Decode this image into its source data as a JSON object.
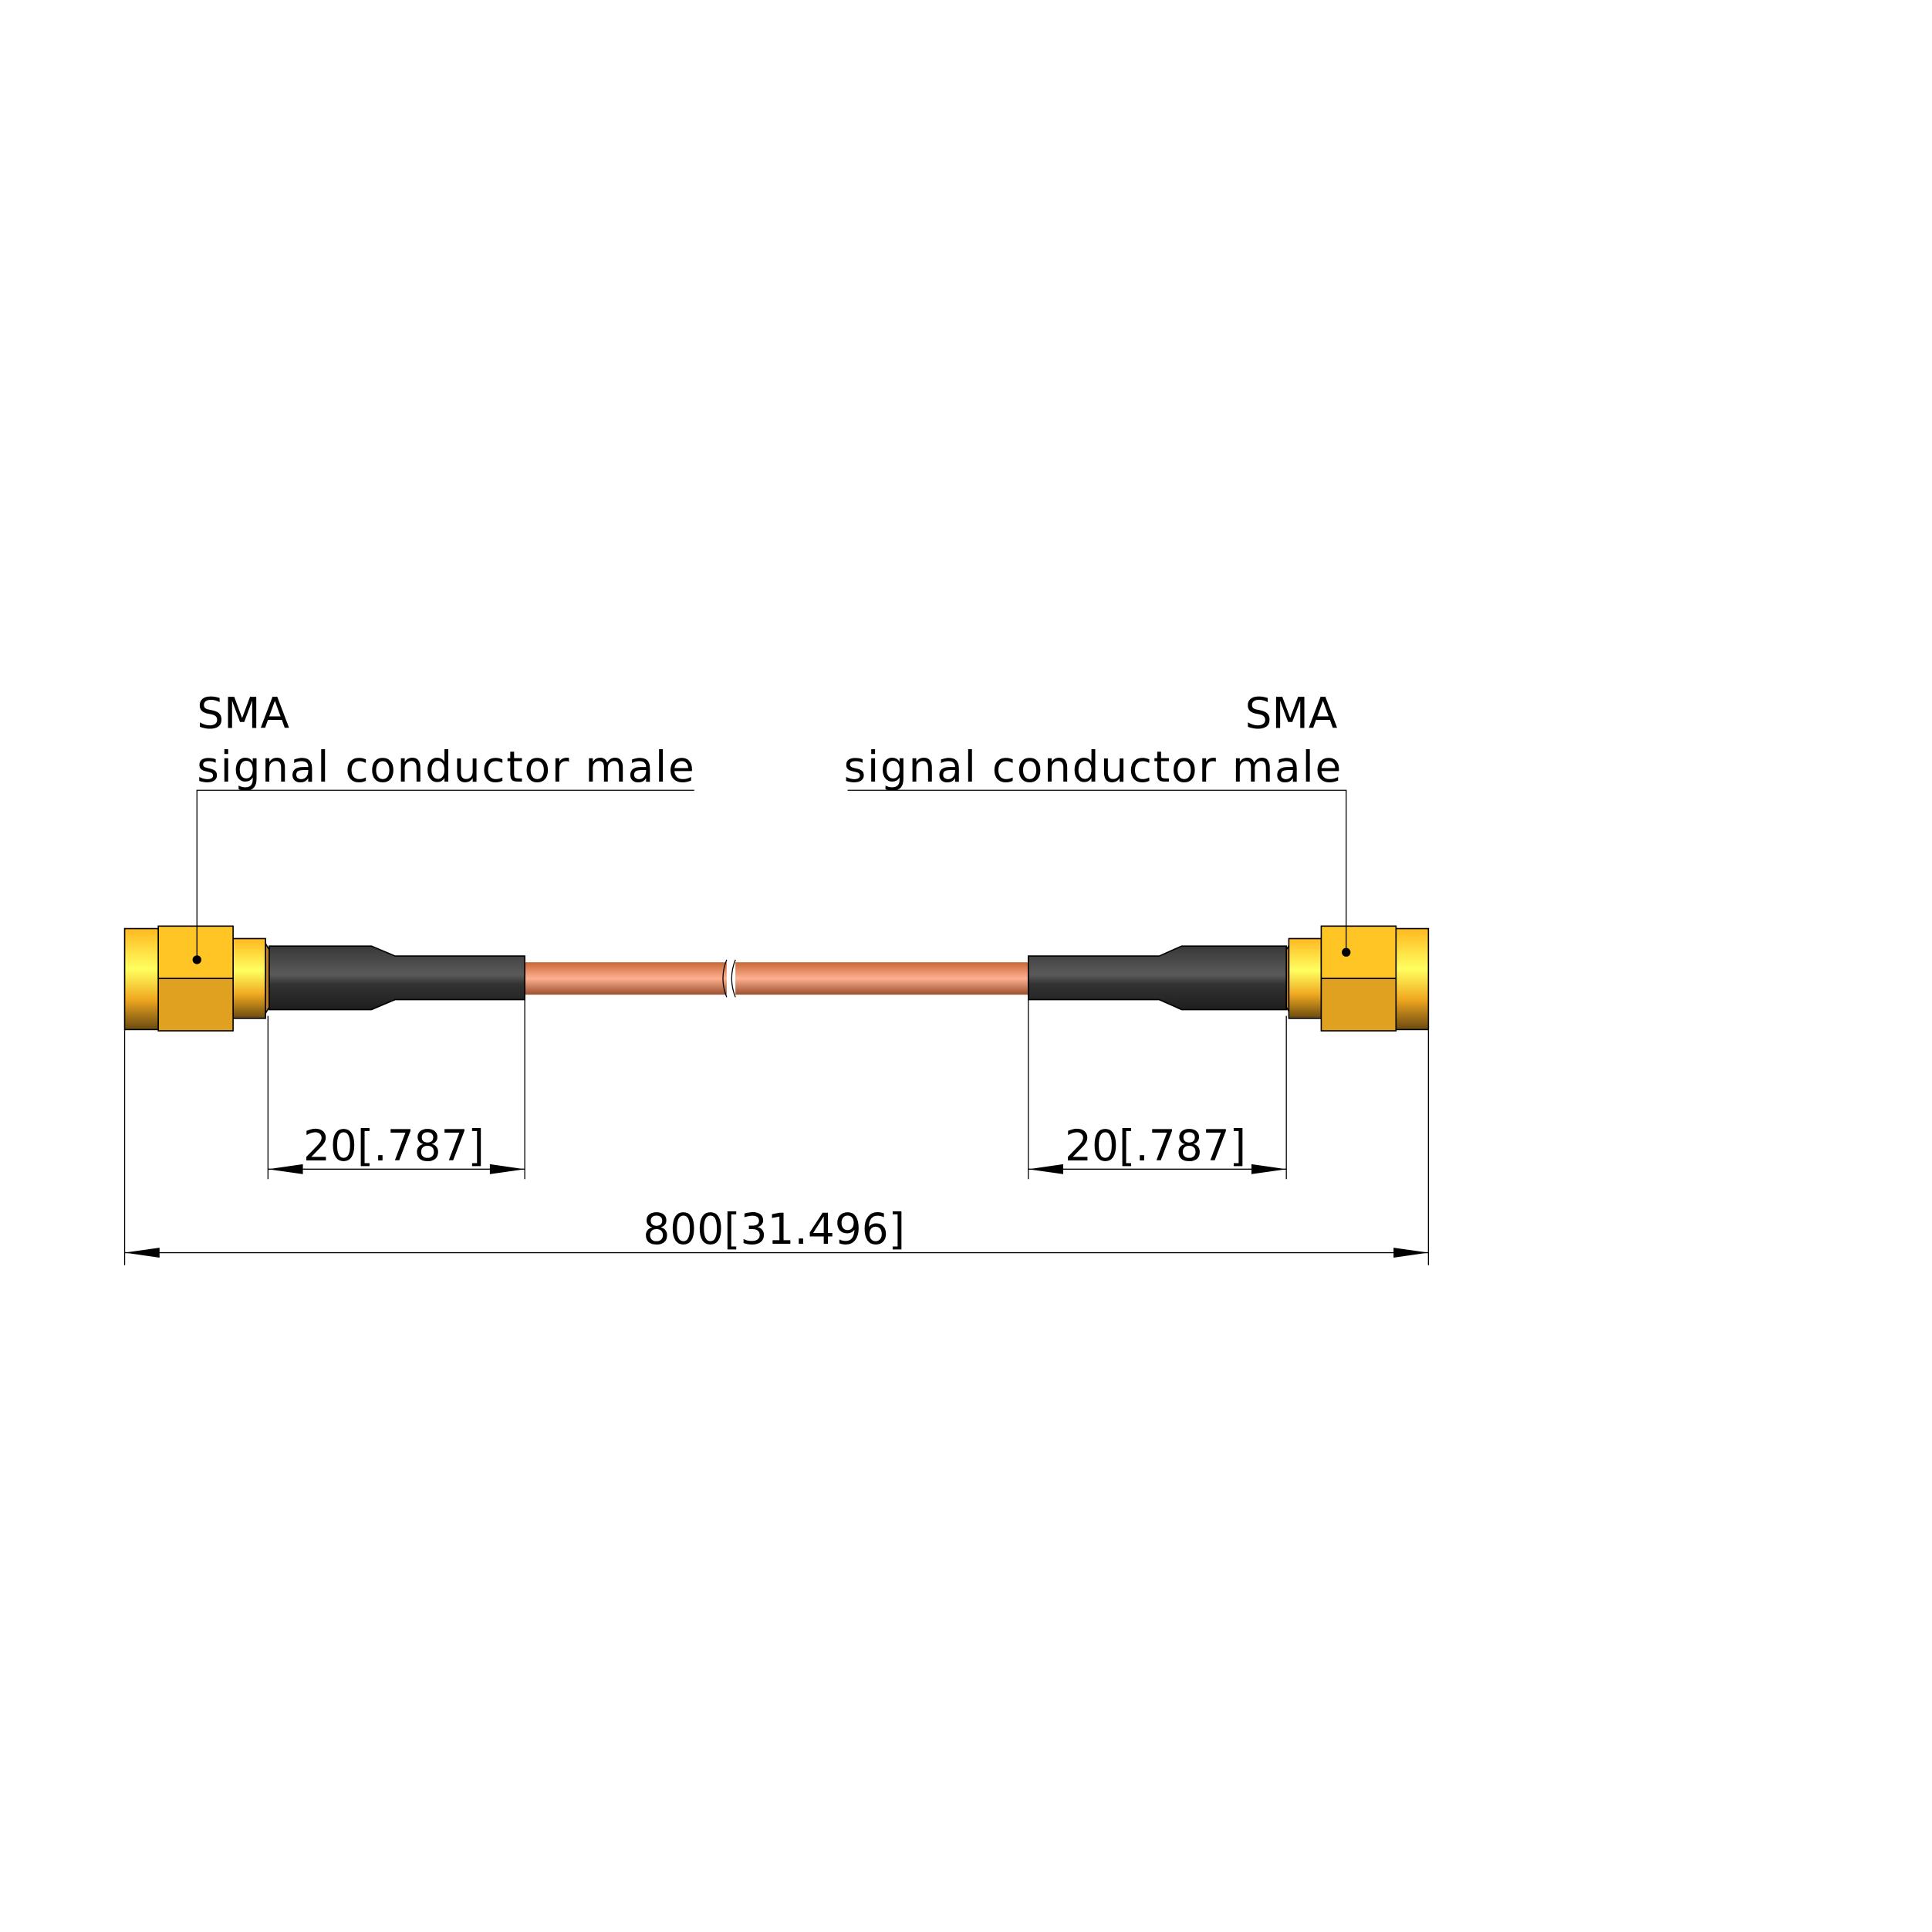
{
  "connectors": {
    "left": {
      "type": "SMA",
      "description": "signal conductor male"
    },
    "right": {
      "type": "SMA",
      "description": "signal conductor male"
    }
  },
  "dimensions": {
    "left_boot": "20[.787]",
    "right_boot": "20[.787]",
    "overall_length": "800[31.496]"
  },
  "colors": {
    "gold": "#FFC524",
    "gold_dark": "#E0A020",
    "boot": "#333333",
    "copper": "#D9774A"
  }
}
